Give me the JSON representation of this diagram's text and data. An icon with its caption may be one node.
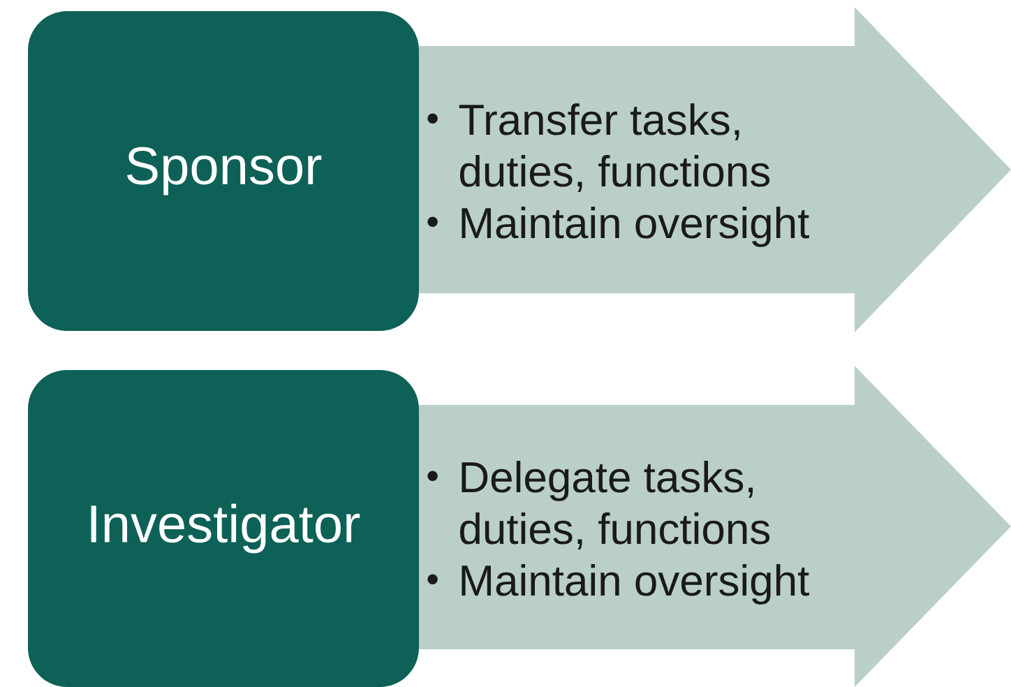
{
  "diagram": {
    "nodes": [
      {
        "text": [
          "Sponsor"
        ]
      },
      {
        "text": [
          "Transfer tasks, duties, functions",
          "Maintain oversight"
        ]
      },
      {
        "text": [
          "Investigator"
        ]
      },
      {
        "text": [
          "Delegate tasks, duties, functions",
          "Maintain oversight"
        ]
      }
    ]
  }
}
